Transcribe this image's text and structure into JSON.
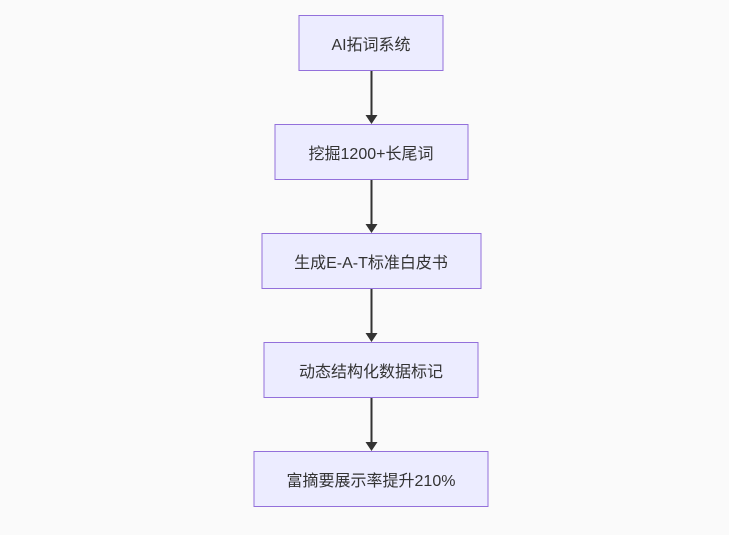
{
  "diagram": {
    "type": "flowchart",
    "direction": "top-down",
    "nodes": [
      {
        "label": "AI拓词系统"
      },
      {
        "label": "挖掘1200+长尾词"
      },
      {
        "label": "生成E-A-T标准白皮书"
      },
      {
        "label": "动态结构化数据标记"
      },
      {
        "label": "富摘要展示率提升210%"
      }
    ],
    "edges": [
      {
        "from": 0,
        "to": 1
      },
      {
        "from": 1,
        "to": 2
      },
      {
        "from": 2,
        "to": 3
      },
      {
        "from": 3,
        "to": 4
      }
    ],
    "colors": {
      "background": "#FAFAFA",
      "node_fill": "#ECECFF",
      "node_border": "#9370DB",
      "edge": "#333333",
      "text": "#333333"
    }
  }
}
